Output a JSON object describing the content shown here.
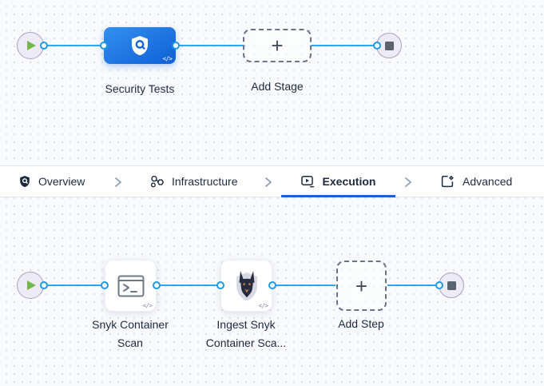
{
  "colors": {
    "canvas_background": "#f8fafd",
    "grid_dot": "#d9dee9",
    "connector_blue": "#2fa7ef",
    "stage_gradient_start": "#3390ee",
    "stage_gradient_end": "#1264d8",
    "active_tab_underline": "#1464d9",
    "play_green": "#72b64c",
    "stop_gray": "#5b6270",
    "text_dark": "#1d2a3e",
    "dashed_border": "#69748a"
  },
  "stage_pipeline": {
    "stage_label": "Security Tests",
    "add_stage_label": "Add Stage",
    "code_badge": "</>",
    "plus": "+"
  },
  "tab_bar": {
    "items": [
      {
        "label": "Overview",
        "active": false
      },
      {
        "label": "Infrastructure",
        "active": false
      },
      {
        "label": "Execution",
        "active": true
      },
      {
        "label": "Advanced",
        "active": false
      }
    ]
  },
  "step_pipeline": {
    "steps": [
      {
        "label": "Snyk Container Scan"
      },
      {
        "label": "Ingest Snyk Container Sca..."
      }
    ],
    "add_step_label": "Add Step",
    "code_badge": "</>",
    "plus": "+"
  }
}
